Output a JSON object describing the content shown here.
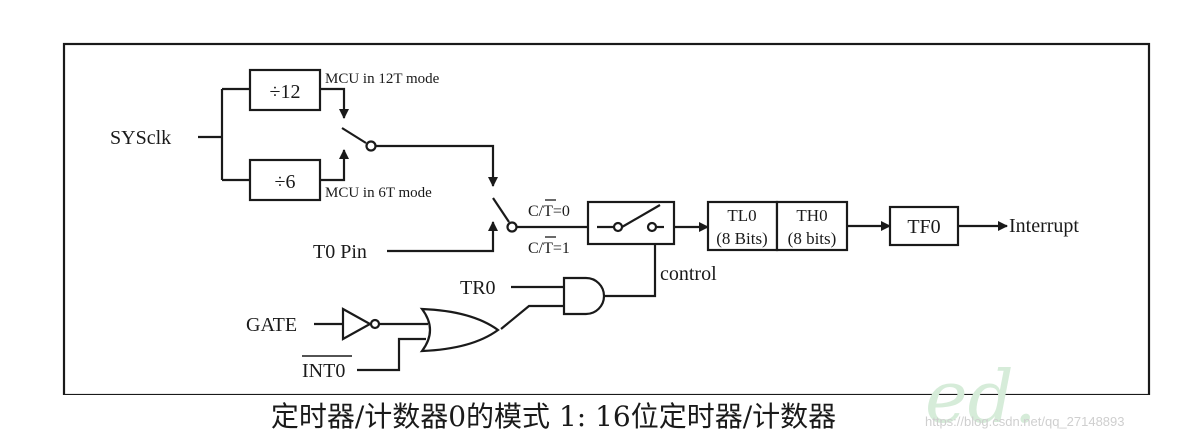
{
  "labels": {
    "sysclk": "SYSclk",
    "div12": "÷12",
    "div6": "÷6",
    "mode12t": "MCU in 12T mode",
    "mode6t": "MCU in 6T mode",
    "t0pin": "T0 Pin",
    "ct0_prefix": "C/",
    "ct0_over": "T",
    "ct0_suffix": "=0",
    "ct1_prefix": "C/",
    "ct1_over": "T",
    "ct1_suffix": "=1",
    "tl0_name": "TL0",
    "tl0_bits": "(8 Bits)",
    "th0_name": "TH0",
    "th0_bits": "(8 bits)",
    "tf0": "TF0",
    "interrupt": "Interrupt",
    "control": "control",
    "tr0": "TR0",
    "gate": "GATE",
    "int0": "INT0"
  },
  "caption": "定时器/计数器0的模式 1: 16位定时器/计数器",
  "watermark": {
    "url": "https://blog.csdn.net/qq_27148893",
    "script": "ed."
  }
}
